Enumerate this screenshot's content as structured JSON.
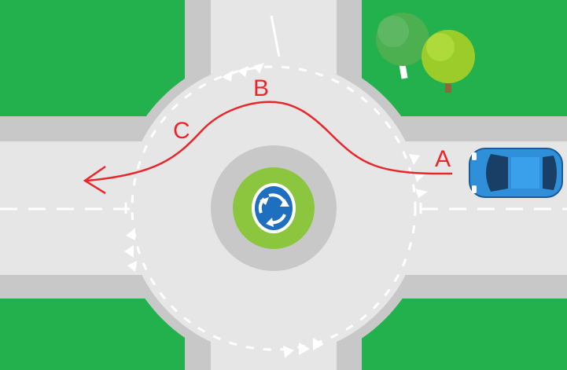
{
  "labels": {
    "a": "A",
    "b": "B",
    "c": "C"
  },
  "icons": {
    "roundabout_sign": "roundabout-sign-icon",
    "car": "car-icon",
    "trees": "tree-icon"
  },
  "colors": {
    "grass": "#22b14c",
    "road": "#e6e6e6",
    "kerb": "#c8c8c8",
    "marking": "#ffffff",
    "route": "#e8262b",
    "car": "#2f8fd8",
    "sign": "#1f6fc0",
    "island_grass": "#8cc63f"
  }
}
